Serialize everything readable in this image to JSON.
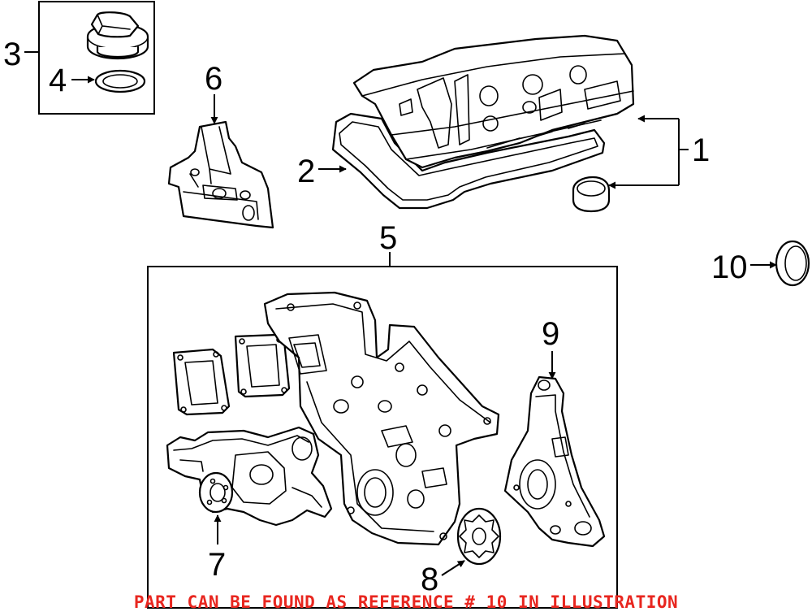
{
  "colors": {
    "line": "#000000",
    "background": "#ffffff",
    "notice": "#e8261f"
  },
  "callouts": {
    "c1": "1",
    "c2": "2",
    "c3": "3",
    "c4": "4",
    "c5": "5",
    "c6": "6",
    "c7": "7",
    "c8": "8",
    "c9": "9",
    "c10": "10"
  },
  "notice": "PART CAN BE FOUND AS REFERENCE # 10 IN ILLUSTRATION"
}
